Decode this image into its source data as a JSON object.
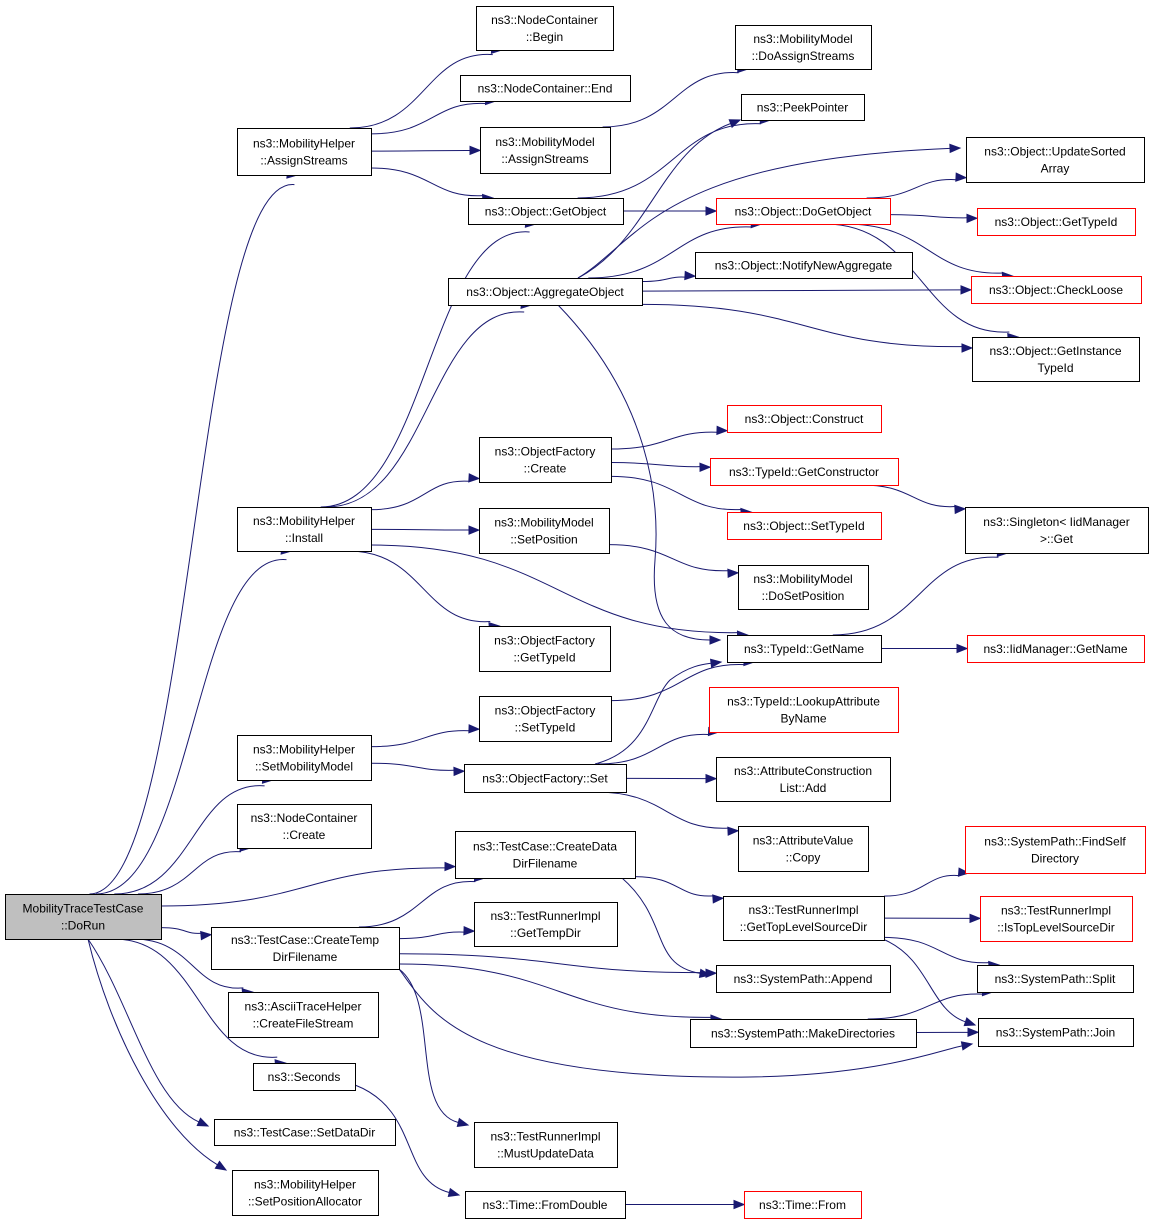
{
  "graph": {
    "edge_color": "#191970",
    "node_border_color": "#000000",
    "missing_target_border_color": "#ff0000",
    "root_fill_color": "#bfbfbf",
    "nodes": [
      {
        "id": "root",
        "lines": [
          "MobilityTraceTestCase",
          "::DoRun"
        ],
        "style": "root"
      },
      {
        "id": "mh_assign",
        "lines": [
          "ns3::MobilityHelper",
          "::AssignStreams"
        ],
        "style": "normal"
      },
      {
        "id": "nc_begin",
        "lines": [
          "ns3::NodeContainer",
          "::Begin"
        ],
        "style": "normal"
      },
      {
        "id": "nc_end",
        "lines": [
          "ns3::NodeContainer::End"
        ],
        "style": "normal"
      },
      {
        "id": "mm_assign",
        "lines": [
          "ns3::MobilityModel",
          "::AssignStreams"
        ],
        "style": "normal"
      },
      {
        "id": "mm_doassign",
        "lines": [
          "ns3::MobilityModel",
          "::DoAssignStreams"
        ],
        "style": "normal"
      },
      {
        "id": "peek",
        "lines": [
          "ns3::PeekPointer"
        ],
        "style": "normal"
      },
      {
        "id": "obj_getobj",
        "lines": [
          "ns3::Object::GetObject"
        ],
        "style": "normal"
      },
      {
        "id": "obj_update",
        "lines": [
          "ns3::Object::UpdateSorted",
          "Array"
        ],
        "style": "normal"
      },
      {
        "id": "obj_dogetobj",
        "lines": [
          "ns3::Object::DoGetObject"
        ],
        "style": "red"
      },
      {
        "id": "obj_gettypeid",
        "lines": [
          "ns3::Object::GetTypeId"
        ],
        "style": "red"
      },
      {
        "id": "obj_aggregate",
        "lines": [
          "ns3::Object::AggregateObject"
        ],
        "style": "normal"
      },
      {
        "id": "obj_notify",
        "lines": [
          "ns3::Object::NotifyNewAggregate"
        ],
        "style": "normal"
      },
      {
        "id": "obj_checkloose",
        "lines": [
          "ns3::Object::CheckLoose"
        ],
        "style": "red"
      },
      {
        "id": "obj_getinst",
        "lines": [
          "ns3::Object::GetInstance",
          "TypeId"
        ],
        "style": "normal"
      },
      {
        "id": "obj_construct",
        "lines": [
          "ns3::Object::Construct"
        ],
        "style": "red"
      },
      {
        "id": "of_create",
        "lines": [
          "ns3::ObjectFactory",
          "::Create"
        ],
        "style": "normal"
      },
      {
        "id": "tid_getctor",
        "lines": [
          "ns3::TypeId::GetConstructor"
        ],
        "style": "red"
      },
      {
        "id": "mh_install",
        "lines": [
          "ns3::MobilityHelper",
          "::Install"
        ],
        "style": "normal"
      },
      {
        "id": "mm_setpos",
        "lines": [
          "ns3::MobilityModel",
          "::SetPosition"
        ],
        "style": "normal"
      },
      {
        "id": "obj_settypeid",
        "lines": [
          "ns3::Object::SetTypeId"
        ],
        "style": "red"
      },
      {
        "id": "singleton_get",
        "lines": [
          "ns3::Singleton< IidManager",
          ">::Get"
        ],
        "style": "normal"
      },
      {
        "id": "mm_dosetpos",
        "lines": [
          "ns3::MobilityModel",
          "::DoSetPosition"
        ],
        "style": "normal"
      },
      {
        "id": "of_gettypeid",
        "lines": [
          "ns3::ObjectFactory",
          "::GetTypeId"
        ],
        "style": "normal"
      },
      {
        "id": "tid_getname",
        "lines": [
          "ns3::TypeId::GetName"
        ],
        "style": "normal"
      },
      {
        "id": "iid_getname",
        "lines": [
          "ns3::IidManager::GetName"
        ],
        "style": "red"
      },
      {
        "id": "of_settypeid",
        "lines": [
          "ns3::ObjectFactory",
          "::SetTypeId"
        ],
        "style": "normal"
      },
      {
        "id": "tid_lookup",
        "lines": [
          "ns3::TypeId::LookupAttribute",
          "ByName"
        ],
        "style": "red"
      },
      {
        "id": "mh_setmm",
        "lines": [
          "ns3::MobilityHelper",
          "::SetMobilityModel"
        ],
        "style": "normal"
      },
      {
        "id": "of_set",
        "lines": [
          "ns3::ObjectFactory::Set"
        ],
        "style": "normal"
      },
      {
        "id": "acl_add",
        "lines": [
          "ns3::AttributeConstruction",
          "List::Add"
        ],
        "style": "normal"
      },
      {
        "id": "nc_create",
        "lines": [
          "ns3::NodeContainer",
          "::Create"
        ],
        "style": "normal"
      },
      {
        "id": "av_copy",
        "lines": [
          "ns3::AttributeValue",
          "::Copy"
        ],
        "style": "normal"
      },
      {
        "id": "tc_createdata",
        "lines": [
          "ns3::TestCase::CreateData",
          "DirFilename"
        ],
        "style": "normal"
      },
      {
        "id": "sp_findself",
        "lines": [
          "ns3::SystemPath::FindSelf",
          "Directory"
        ],
        "style": "red"
      },
      {
        "id": "tri_gettoplevel",
        "lines": [
          "ns3::TestRunnerImpl",
          "::GetTopLevelSourceDir"
        ],
        "style": "normal"
      },
      {
        "id": "tri_istoplevel",
        "lines": [
          "ns3::TestRunnerImpl",
          "::IsTopLevelSourceDir"
        ],
        "style": "red"
      },
      {
        "id": "tri_gettempdir",
        "lines": [
          "ns3::TestRunnerImpl",
          "::GetTempDir"
        ],
        "style": "normal"
      },
      {
        "id": "tc_createtemp",
        "lines": [
          "ns3::TestCase::CreateTemp",
          "DirFilename"
        ],
        "style": "normal"
      },
      {
        "id": "sp_append",
        "lines": [
          "ns3::SystemPath::Append"
        ],
        "style": "normal"
      },
      {
        "id": "sp_split",
        "lines": [
          "ns3::SystemPath::Split"
        ],
        "style": "normal"
      },
      {
        "id": "ath_create",
        "lines": [
          "ns3::AsciiTraceHelper",
          "::CreateFileStream"
        ],
        "style": "normal"
      },
      {
        "id": "sp_makedirs",
        "lines": [
          "ns3::SystemPath::MakeDirectories"
        ],
        "style": "normal"
      },
      {
        "id": "sp_join",
        "lines": [
          "ns3::SystemPath::Join"
        ],
        "style": "normal"
      },
      {
        "id": "seconds",
        "lines": [
          "ns3::Seconds"
        ],
        "style": "normal"
      },
      {
        "id": "tc_setdatadir",
        "lines": [
          "ns3::TestCase::SetDataDir"
        ],
        "style": "normal"
      },
      {
        "id": "tri_mustupdate",
        "lines": [
          "ns3::TestRunnerImpl",
          "::MustUpdateData"
        ],
        "style": "normal"
      },
      {
        "id": "mh_setposalloc",
        "lines": [
          "ns3::MobilityHelper",
          "::SetPositionAllocator"
        ],
        "style": "normal"
      },
      {
        "id": "time_fromdouble",
        "lines": [
          "ns3::Time::FromDouble"
        ],
        "style": "normal"
      },
      {
        "id": "time_from",
        "lines": [
          "ns3::Time::From"
        ],
        "style": "red"
      }
    ],
    "edges": [
      [
        "root",
        "mh_assign"
      ],
      [
        "root",
        "mh_install"
      ],
      [
        "root",
        "mh_setmm"
      ],
      [
        "root",
        "nc_create"
      ],
      [
        "root",
        "tc_createdata"
      ],
      [
        "root",
        "tc_createtemp"
      ],
      [
        "root",
        "ath_create"
      ],
      [
        "root",
        "seconds"
      ],
      [
        "root",
        "tc_setdatadir"
      ],
      [
        "root",
        "mh_setposalloc"
      ],
      [
        "mh_assign",
        "nc_begin"
      ],
      [
        "mh_assign",
        "nc_end"
      ],
      [
        "mh_assign",
        "mm_assign"
      ],
      [
        "mh_assign",
        "obj_getobj"
      ],
      [
        "mm_assign",
        "mm_doassign"
      ],
      [
        "obj_getobj",
        "peek"
      ],
      [
        "obj_getobj",
        "obj_dogetobj"
      ],
      [
        "obj_dogetobj",
        "obj_update"
      ],
      [
        "obj_dogetobj",
        "obj_gettypeid"
      ],
      [
        "obj_dogetobj",
        "obj_checkloose"
      ],
      [
        "obj_dogetobj",
        "obj_getinst"
      ],
      [
        "obj_aggregate",
        "peek"
      ],
      [
        "obj_aggregate",
        "obj_update"
      ],
      [
        "obj_aggregate",
        "obj_dogetobj"
      ],
      [
        "obj_aggregate",
        "obj_notify"
      ],
      [
        "obj_aggregate",
        "obj_checkloose"
      ],
      [
        "obj_aggregate",
        "obj_getinst"
      ],
      [
        "obj_aggregate",
        "tid_getname"
      ],
      [
        "mh_install",
        "obj_getobj"
      ],
      [
        "mh_install",
        "obj_aggregate"
      ],
      [
        "mh_install",
        "of_create"
      ],
      [
        "mh_install",
        "mm_setpos"
      ],
      [
        "mh_install",
        "of_gettypeid"
      ],
      [
        "mh_install",
        "tid_getname"
      ],
      [
        "of_create",
        "obj_construct"
      ],
      [
        "of_create",
        "tid_getctor"
      ],
      [
        "of_create",
        "obj_settypeid"
      ],
      [
        "tid_getctor",
        "singleton_get"
      ],
      [
        "mm_setpos",
        "mm_dosetpos"
      ],
      [
        "tid_getname",
        "singleton_get"
      ],
      [
        "tid_getname",
        "iid_getname"
      ],
      [
        "of_settypeid",
        "tid_getname"
      ],
      [
        "mh_setmm",
        "of_settypeid"
      ],
      [
        "mh_setmm",
        "of_set"
      ],
      [
        "of_set",
        "tid_getname"
      ],
      [
        "of_set",
        "tid_lookup"
      ],
      [
        "of_set",
        "acl_add"
      ],
      [
        "of_set",
        "av_copy"
      ],
      [
        "tc_createdata",
        "tri_gettoplevel"
      ],
      [
        "tc_createdata",
        "sp_append"
      ],
      [
        "tri_gettoplevel",
        "sp_findself"
      ],
      [
        "tri_gettoplevel",
        "tri_istoplevel"
      ],
      [
        "tri_gettoplevel",
        "sp_split"
      ],
      [
        "tri_gettoplevel",
        "sp_join"
      ],
      [
        "tc_createtemp",
        "tc_createdata"
      ],
      [
        "tc_createtemp",
        "tri_gettempdir"
      ],
      [
        "tc_createtemp",
        "sp_append"
      ],
      [
        "tc_createtemp",
        "sp_makedirs"
      ],
      [
        "tc_createtemp",
        "sp_join"
      ],
      [
        "tc_createtemp",
        "tri_mustupdate"
      ],
      [
        "sp_makedirs",
        "sp_split"
      ],
      [
        "sp_makedirs",
        "sp_join"
      ],
      [
        "seconds",
        "time_fromdouble"
      ],
      [
        "time_fromdouble",
        "time_from"
      ]
    ]
  }
}
